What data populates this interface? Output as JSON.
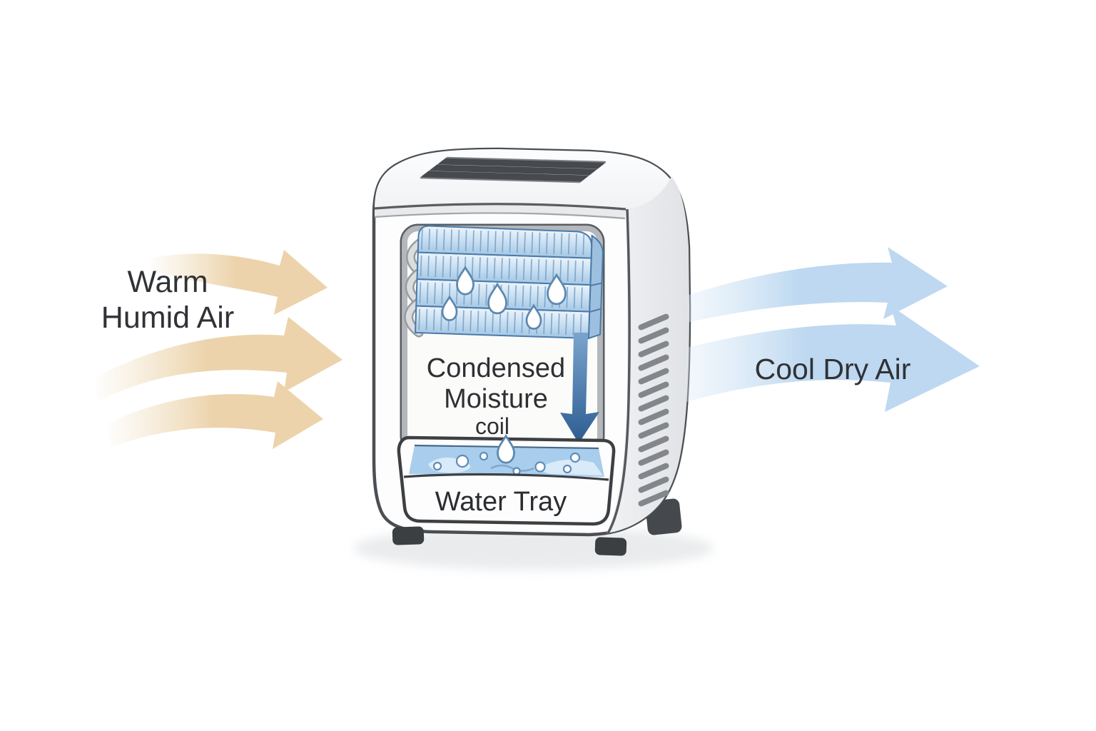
{
  "diagram": {
    "labels": {
      "input_air": {
        "line1": "Warm",
        "line2": "Humid Air"
      },
      "output_air": "Cool Dry Air",
      "interior": {
        "line1": "Condensed",
        "line2": "Moisture"
      },
      "coil": "coil",
      "tray": "Water Tray"
    },
    "colors": {
      "warm_arrow": "#ecd3ab",
      "cool_arrow": "#bdd8f0",
      "condensate_arrow": "#2e5e92",
      "coil_fill": "#bcd7ee",
      "water": "#a9cdec",
      "unit_outline": "#4b4e52",
      "label_text": "#303236"
    },
    "icons": [
      "warm-air-arrow-icon",
      "cool-air-arrow-icon",
      "down-arrow-icon",
      "water-droplet-icon",
      "vent-grille-icon"
    ]
  }
}
